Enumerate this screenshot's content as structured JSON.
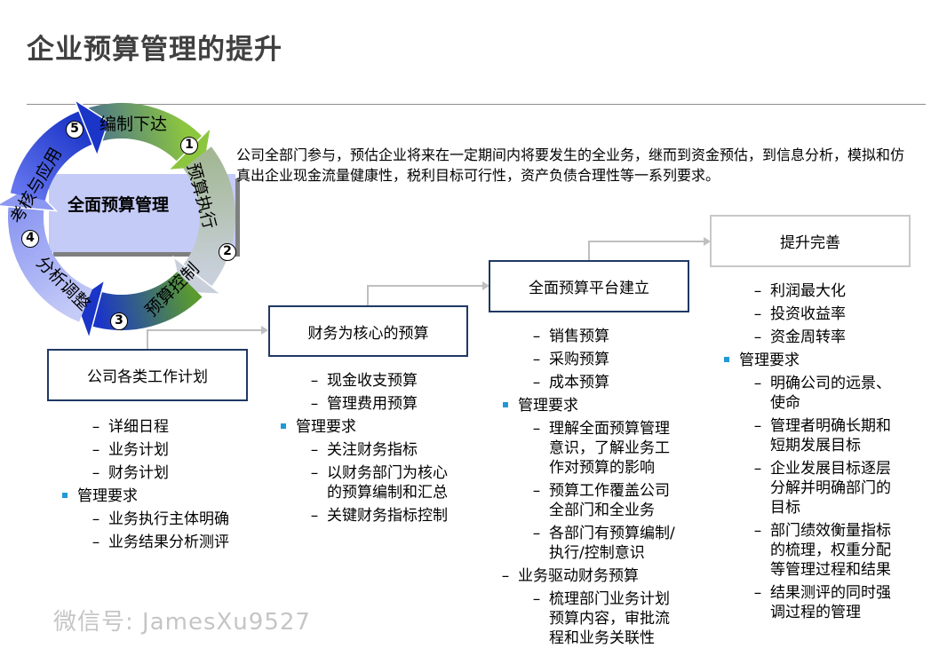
{
  "title": "企业预算管理的提升",
  "intro": "公司全部门参与，预估企业将来在一定期间内将要发生的全业务，继而到资金预估，到信息分析，模拟和仿真出企业现金流量健康性，税利目标可行性，资产负债合理性等一系列要求。",
  "cycle": {
    "center": "全面预算管理",
    "steps": [
      {
        "num": "1",
        "label": "编制下达"
      },
      {
        "num": "2",
        "label": "预算执行"
      },
      {
        "num": "3",
        "label": "预算控制"
      },
      {
        "num": "4",
        "label": "分析调整"
      },
      {
        "num": "5",
        "label": "考核与应用"
      }
    ],
    "colors": {
      "blue": "#1a35c8",
      "green": "#8cc63f",
      "lavender": "#c5cbf7",
      "gray": "#c9d0dc"
    }
  },
  "stages": [
    {
      "title": "公司各类工作计划",
      "items": [
        {
          "level": 2,
          "marker": "dash",
          "text": "详细日程"
        },
        {
          "level": 2,
          "marker": "dash",
          "text": "业务计划"
        },
        {
          "level": 2,
          "marker": "dash",
          "text": "财务计划"
        },
        {
          "level": 1,
          "marker": "square",
          "text": "管理要求"
        },
        {
          "level": 2,
          "marker": "dash",
          "text": "业务执行主体明确"
        },
        {
          "level": 2,
          "marker": "dash",
          "text": "业务结果分析测评"
        }
      ]
    },
    {
      "title": "财务为核心的预算",
      "items": [
        {
          "level": 2,
          "marker": "dash",
          "text": "现金收支预算"
        },
        {
          "level": 2,
          "marker": "dash",
          "text": "管理费用预算"
        },
        {
          "level": 1,
          "marker": "square",
          "text": "管理要求"
        },
        {
          "level": 2,
          "marker": "dash",
          "text": "关注财务指标"
        },
        {
          "level": 2,
          "marker": "dash",
          "text": "以财务部门为核心的预算编制和汇总"
        },
        {
          "level": 2,
          "marker": "dash",
          "text": "关键财务指标控制"
        }
      ]
    },
    {
      "title": "全面预算平台建立",
      "items": [
        {
          "level": 2,
          "marker": "dash",
          "text": "销售预算"
        },
        {
          "level": 2,
          "marker": "dash",
          "text": "采购预算"
        },
        {
          "level": 2,
          "marker": "dash",
          "text": " 成本预算"
        },
        {
          "level": 1,
          "marker": "square",
          "text": "管理要求"
        },
        {
          "level": 2,
          "marker": "dash",
          "text": "理解全面预算管理意识，了解业务工作对预算的影响"
        },
        {
          "level": 2,
          "marker": "dash",
          "text": "预算工作覆盖公司全部门和全业务"
        },
        {
          "level": 2,
          "marker": "dash",
          "text": "各部门有预算编制/执行/控制意识"
        },
        {
          "level": 1,
          "marker": "dash",
          "text": "业务驱动财务预算"
        },
        {
          "level": 2,
          "marker": "dash",
          "text": "梳理部门业务计划预算内容，审批流程和业务关联性"
        }
      ]
    },
    {
      "title": "提升完善",
      "items": [
        {
          "level": 2,
          "marker": "dash",
          "text": "利润最大化"
        },
        {
          "level": 2,
          "marker": "dash",
          "text": "投资收益率"
        },
        {
          "level": 2,
          "marker": "dash",
          "text": "资金周转率"
        },
        {
          "level": 1,
          "marker": "square",
          "text": "管理要求"
        },
        {
          "level": 2,
          "marker": "dash",
          "text": "明确公司的远景、使命"
        },
        {
          "level": 2,
          "marker": "dash",
          "text": "管理者明确长期和短期发展目标"
        },
        {
          "level": 2,
          "marker": "dash",
          "text": "企业发展目标逐层分解并明确部门的目标"
        },
        {
          "level": 2,
          "marker": "dash",
          "text": "部门绩效衡量指标的梳理，权重分配等管理过程和结果"
        },
        {
          "level": 2,
          "marker": "dash",
          "text": "结果测评的同时强调过程的管理"
        }
      ]
    }
  ],
  "watermark": "微信号: JamesXu9527"
}
